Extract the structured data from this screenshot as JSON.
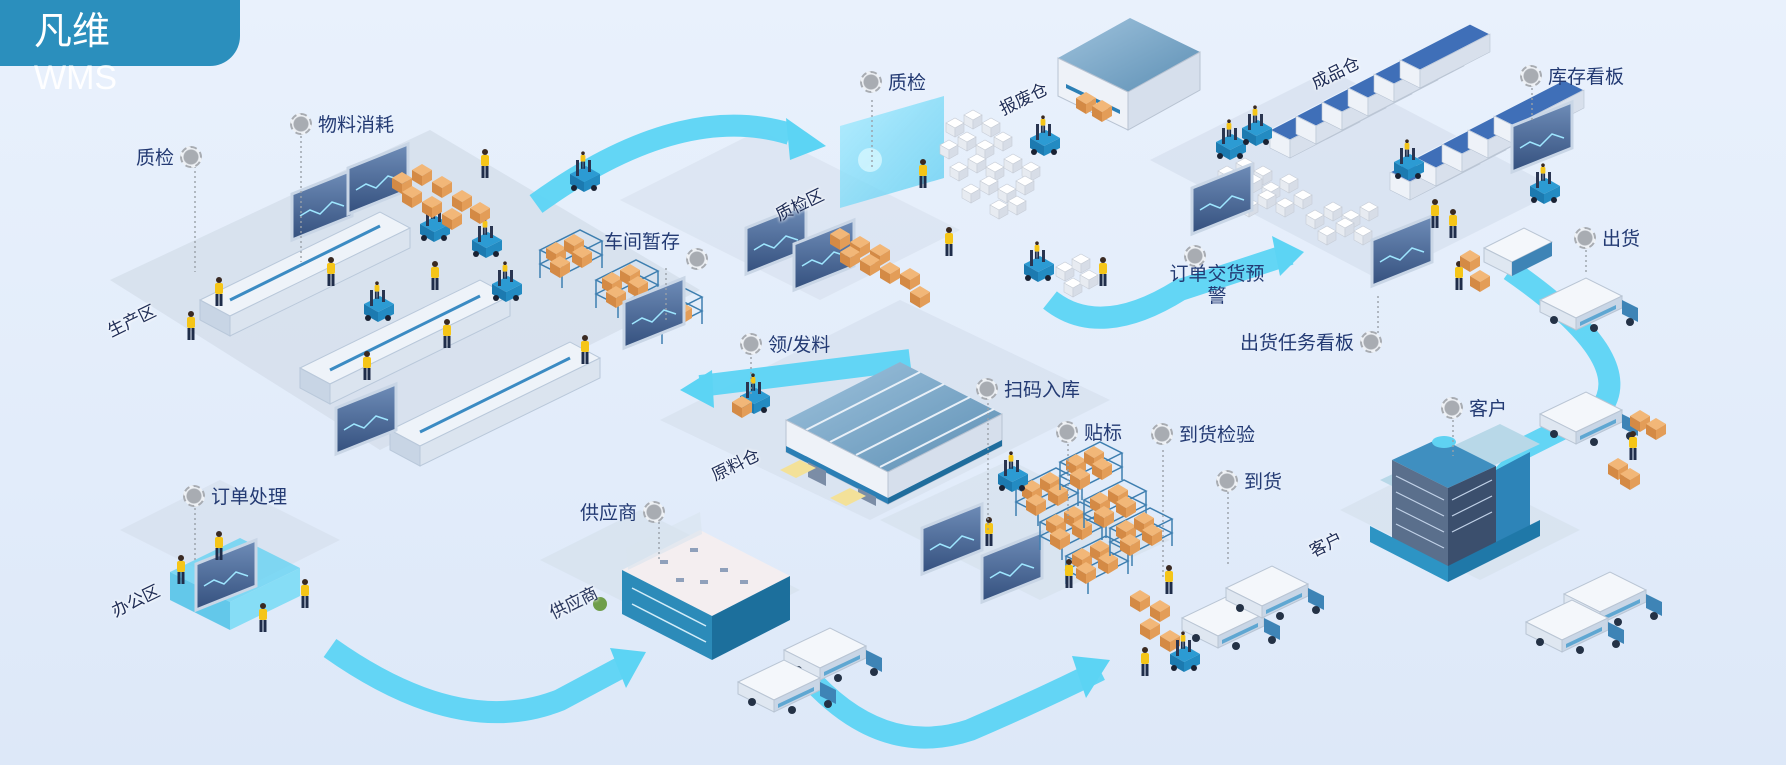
{
  "brand": {
    "line1": "凡维",
    "line2": "WMS"
  },
  "callouts": {
    "qc_left": "质检",
    "material_consume": "物料消耗",
    "workshop_staging": "车间暂存",
    "qc_top": "质检",
    "issue_material": "领/发料",
    "scan_inbound": "扫码入库",
    "labeling": "贴标",
    "arrival_inspection": "到货检验",
    "arrival": "到货",
    "order_processing": "订单处理",
    "supplier": "供应商",
    "inventory_board": "库存看板",
    "order_alert": "订单交货预警",
    "shipping_board": "出货任务看板",
    "shipment": "出货",
    "customer": "客户"
  },
  "zones": {
    "production": "生产区",
    "qc_area": "质检区",
    "scrap_warehouse": "报废仓",
    "finished_warehouse": "成品仓",
    "raw_warehouse": "原料仓",
    "office": "办公区",
    "supplier_building": "供应商",
    "customer_building": "客户"
  },
  "colors": {
    "brand": "#2b8fbd",
    "flow_arrow": "#5cd4f4",
    "label_text": "#233a73",
    "accent_blue": "#1f7fb0",
    "worker_yellow": "#f5c518"
  }
}
